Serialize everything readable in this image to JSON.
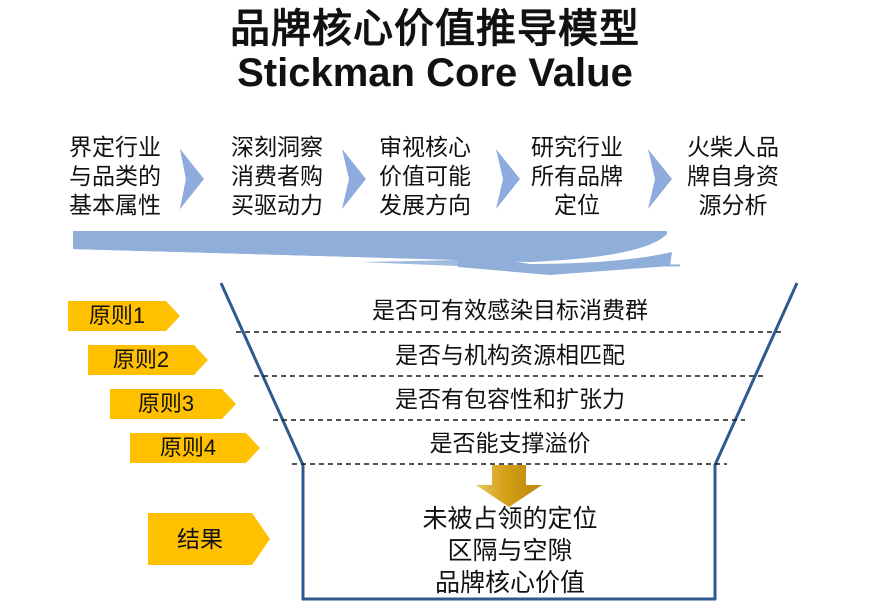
{
  "title": {
    "cn": "品牌核心价值推导模型",
    "en": "Stickman Core Value"
  },
  "colors": {
    "chevron_blue": "#8FAADC",
    "ribbon_blue": "#8FAEDA",
    "funnel_line": "#2E5A8E",
    "tag_yellow": "#FFC000",
    "gold_dark": "#BF8F00",
    "gold_light": "#E8C257",
    "text": "#111111",
    "dashed": "#1a1a1a",
    "background": "#FFFFFF"
  },
  "steps": [
    {
      "label": "界定行业\n与品类的\n基本属性"
    },
    {
      "label": "深刻洞察\n消费者购\n买驱动力"
    },
    {
      "label": "审视核心\n价值可能\n发展方向"
    },
    {
      "label": "研究行业\n所有品牌\n定位"
    },
    {
      "label": "火柴人品\n牌自身资\n源分析"
    }
  ],
  "step_arrow_icon": "chevron-right-icon",
  "principles": [
    {
      "label": "原则1"
    },
    {
      "label": "原则2"
    },
    {
      "label": "原则3"
    },
    {
      "label": "原则4"
    }
  ],
  "funnel_questions": [
    {
      "label": "是否可有效感染目标消费群"
    },
    {
      "label": "是否与机构资源相匹配"
    },
    {
      "label": "是否有包容性和扩张力"
    },
    {
      "label": "是否能支撑溢价"
    }
  ],
  "result": {
    "tag_label": "结果",
    "arrow_icon": "arrow-down-icon",
    "outcome_label": "未被占领的定位\n区隔与空隙\n品牌核心价值"
  }
}
